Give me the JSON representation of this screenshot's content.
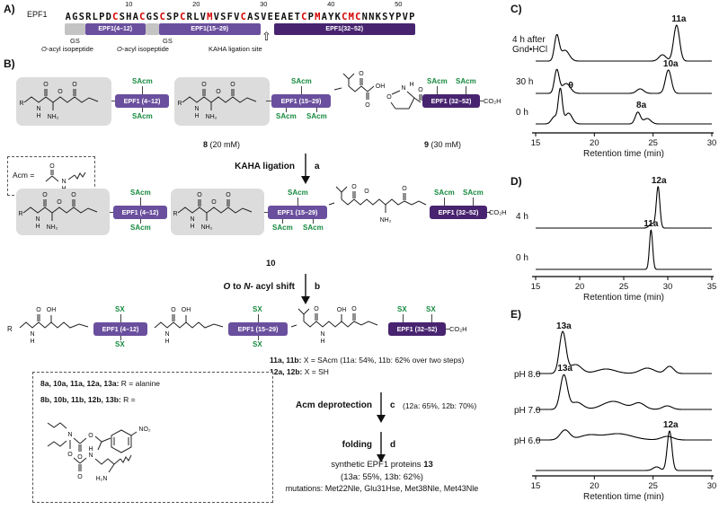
{
  "colors": {
    "purple": "#6a4f9e",
    "dark_purple": "#482470",
    "green": "#168a3f",
    "red": "#d40000",
    "gray_box": "#dcdcdc"
  },
  "icons": {
    "up_arrow": "⇧"
  },
  "panel_a": {
    "label": "A)",
    "protein": "EPF1",
    "sequence": "AGSRLPDCSHACGSCSPCRLVMVSFVCASVEEAETCPMAYKCMCNNKSYPVP",
    "highlight_residues": "CM",
    "ruler": [
      10,
      20,
      30,
      40,
      50
    ],
    "segments": [
      {
        "from": 1,
        "to": 3,
        "label": "",
        "kind": "gs"
      },
      {
        "from": 4,
        "to": 12,
        "label": "EPF1(4–12)",
        "kind": "seg1"
      },
      {
        "from": 13,
        "to": 14,
        "label": "",
        "kind": "gs"
      },
      {
        "from": 15,
        "to": 29,
        "label": "EPF1(15–29)",
        "kind": "seg1"
      },
      {
        "from": 32,
        "to": 52,
        "label": "EPF1(32–52)",
        "kind": "seg2"
      }
    ],
    "gs_label": "GS",
    "oacyl": {
      "o": "O",
      "rest": "-acyl isopeptide"
    },
    "kaha_label": "KAHA ligation site"
  },
  "panel_b": {
    "label": "B)",
    "pills": {
      "p412": "EPF1 (4–12)",
      "p1529": "EPF1 (15–29)",
      "p3252": "EPF1 (32–52)"
    },
    "labels": {
      "sacm": "SAcm",
      "sx": "SX",
      "r": "R",
      "n": "N",
      "h": "H",
      "o": "O",
      "oh": "OH",
      "nh2": "NH₂",
      "h2n": "H₂N",
      "co2h": "CO₂H",
      "no2": "NO₂"
    },
    "c8": {
      "num": "8",
      "conc": " (20 mM)"
    },
    "c9": {
      "num": "9",
      "conc": " (30 mM)"
    },
    "c10": "10",
    "acm_box": {
      "prefix": "Acm ="
    },
    "steps": {
      "a": {
        "name": "KAHA ligation",
        "letter": "a"
      },
      "b": {
        "o": "O",
        "to": " to ",
        "n": "N",
        "rest": "- acyl shift",
        "letter": "b"
      },
      "c": {
        "name": "Acm deprotection",
        "letter": "c",
        "note": "(12a: 65%, 12b: 70%)"
      },
      "d": {
        "name": "folding",
        "letter": "d"
      }
    },
    "x_lines": [
      {
        "lead": "11a, 11b:",
        "rest": " X = SAcm  (11a: 54%, 11b: 62% over two steps)"
      },
      {
        "lead": "12a, 12b:",
        "rest": " X = SH"
      }
    ],
    "r_box": {
      "line_a_lead": "8a, 10a, 11a, 12a, 13a:",
      "line_a_rest": " R = alanine",
      "line_b_lead": "8b, 10b, 11b, 12b, 13b:",
      "line_b_rest": " R ="
    },
    "product": {
      "line1_pre": "synthetic EPF1 proteins ",
      "line1_num": "13",
      "line2": "(13a: 55%, 13b: 62%)",
      "line3": "mutations: Met22Nle, Glu31Hse, Met38Nle, Met43Nle"
    }
  },
  "chart_data": [
    {
      "id": "C",
      "panel_label": "C)",
      "type": "line",
      "title": "",
      "xlabel": "Retention time (min)",
      "ylabel": "",
      "x_min": 15,
      "x_max": 30,
      "x_ticks": [
        15,
        20,
        25,
        30
      ],
      "axis_y": 144,
      "traces": [
        {
          "label_lines": [
            "4 h after",
            "Gnd•HCl"
          ],
          "label_x": 4,
          "label_dy": -10,
          "base": 64,
          "peaks": [
            {
              "t": 16.8,
              "h": 28,
              "w": 0.2
            },
            {
              "t": 17.5,
              "h": 12,
              "w": 0.35
            },
            {
              "t": 25.8,
              "h": 7,
              "w": 0.3
            },
            {
              "t": 27.0,
              "h": 40,
              "w": 0.25
            }
          ],
          "peak_labels": [
            {
              "text": "11a",
              "t": 27.2,
              "dy": -44
            }
          ]
        },
        {
          "label_lines": [
            "30 h"
          ],
          "label_x": 8,
          "label_dy": -10,
          "base": 100,
          "peaks": [
            {
              "t": 16.8,
              "h": 26,
              "w": 0.2
            },
            {
              "t": 17.6,
              "h": 11,
              "w": 0.35
            },
            {
              "t": 23.9,
              "h": 5,
              "w": 0.3
            },
            {
              "t": 26.3,
              "h": 26,
              "w": 0.25
            }
          ],
          "peak_labels": [
            {
              "text": "10a",
              "t": 26.5,
              "dy": -30
            }
          ]
        },
        {
          "label_lines": [
            "0 h"
          ],
          "label_x": 8,
          "label_dy": -10,
          "base": 134,
          "peaks": [
            {
              "t": 16.6,
              "h": 8,
              "w": 0.25
            },
            {
              "t": 17.1,
              "h": 38,
              "w": 0.17
            },
            {
              "t": 17.8,
              "h": 12,
              "w": 0.3
            },
            {
              "t": 23.7,
              "h": 13,
              "w": 0.22
            },
            {
              "t": 24.5,
              "h": 6,
              "w": 0.3
            }
          ],
          "peak_labels": [
            {
              "text": "9",
              "t": 18.0,
              "dy": -40
            },
            {
              "text": "8a",
              "t": 24.0,
              "dy": -18
            }
          ]
        }
      ]
    },
    {
      "id": "D",
      "panel_label": "D)",
      "type": "line",
      "title": "",
      "xlabel": "Retention time (min)",
      "ylabel": "",
      "x_min": 15,
      "x_max": 35,
      "x_ticks": [
        15,
        20,
        25,
        30,
        35
      ],
      "axis_y": 112,
      "traces": [
        {
          "label_lines": [
            "4 h"
          ],
          "label_x": 8,
          "label_dy": -10,
          "base": 58,
          "peaks": [
            {
              "t": 28.2,
              "h": 5,
              "w": 0.3
            },
            {
              "t": 28.9,
              "h": 46,
              "w": 0.2
            }
          ],
          "peak_labels": [
            {
              "text": "12a",
              "t": 29.0,
              "dy": -50
            }
          ]
        },
        {
          "label_lines": [
            "0 h"
          ],
          "label_x": 8,
          "label_dy": -10,
          "base": 104,
          "peaks": [
            {
              "t": 28.1,
              "h": 44,
              "w": 0.18
            }
          ],
          "peak_labels": [
            {
              "text": "11a",
              "t": 28.1,
              "dy": -48
            }
          ]
        }
      ]
    },
    {
      "id": "E",
      "panel_label": "E)",
      "type": "line",
      "title": "",
      "xlabel": "Retention time (min)",
      "ylabel": "",
      "x_min": 15,
      "x_max": 30,
      "x_ticks": [
        15,
        20,
        25,
        30
      ],
      "axis_y": 184,
      "traces": [
        {
          "label_lines": [
            "pH 8.0"
          ],
          "label_x": 6,
          "label_dy": 4,
          "base": 70,
          "peaks": [
            {
              "t": 17.3,
              "h": 46,
              "w": 0.28
            },
            {
              "t": 18.4,
              "h": 10,
              "w": 0.5
            },
            {
              "t": 21.0,
              "h": 5,
              "w": 0.8
            },
            {
              "t": 24.5,
              "h": 6,
              "w": 0.6
            },
            {
              "t": 26.4,
              "h": 8,
              "w": 0.35
            }
          ],
          "peak_labels": [
            {
              "text": "13a",
              "t": 17.4,
              "dy": -50
            }
          ]
        },
        {
          "label_lines": [
            "pH 7.0"
          ],
          "label_x": 6,
          "label_dy": 4,
          "base": 110,
          "peaks": [
            {
              "t": 17.4,
              "h": 38,
              "w": 0.3
            },
            {
              "t": 18.5,
              "h": 8,
              "w": 0.5
            },
            {
              "t": 21.6,
              "h": 9,
              "w": 0.9
            },
            {
              "t": 23.8,
              "h": 7,
              "w": 0.5
            },
            {
              "t": 26.2,
              "h": 4,
              "w": 0.4
            }
          ],
          "peak_labels": [
            {
              "text": "13a",
              "t": 17.5,
              "dy": -43
            }
          ]
        },
        {
          "label_lines": [
            "pH 6.0"
          ],
          "label_x": 6,
          "label_dy": 4,
          "base": 144,
          "peaks": [
            {
              "t": 17.5,
              "h": 11,
              "w": 0.4
            },
            {
              "t": 19.5,
              "h": 5,
              "w": 0.8
            },
            {
              "t": 22.0,
              "h": 7,
              "w": 1.2
            },
            {
              "t": 26.2,
              "h": 4,
              "w": 0.5
            }
          ],
          "peak_labels": []
        },
        {
          "label_lines": [],
          "label_x": 6,
          "label_dy": 4,
          "base": 178,
          "peaks": [
            {
              "t": 25.3,
              "h": 4,
              "w": 0.3
            },
            {
              "t": 26.4,
              "h": 44,
              "w": 0.2
            }
          ],
          "peak_labels": [
            {
              "text": "12a",
              "t": 26.5,
              "dy": -48
            }
          ]
        }
      ]
    }
  ]
}
